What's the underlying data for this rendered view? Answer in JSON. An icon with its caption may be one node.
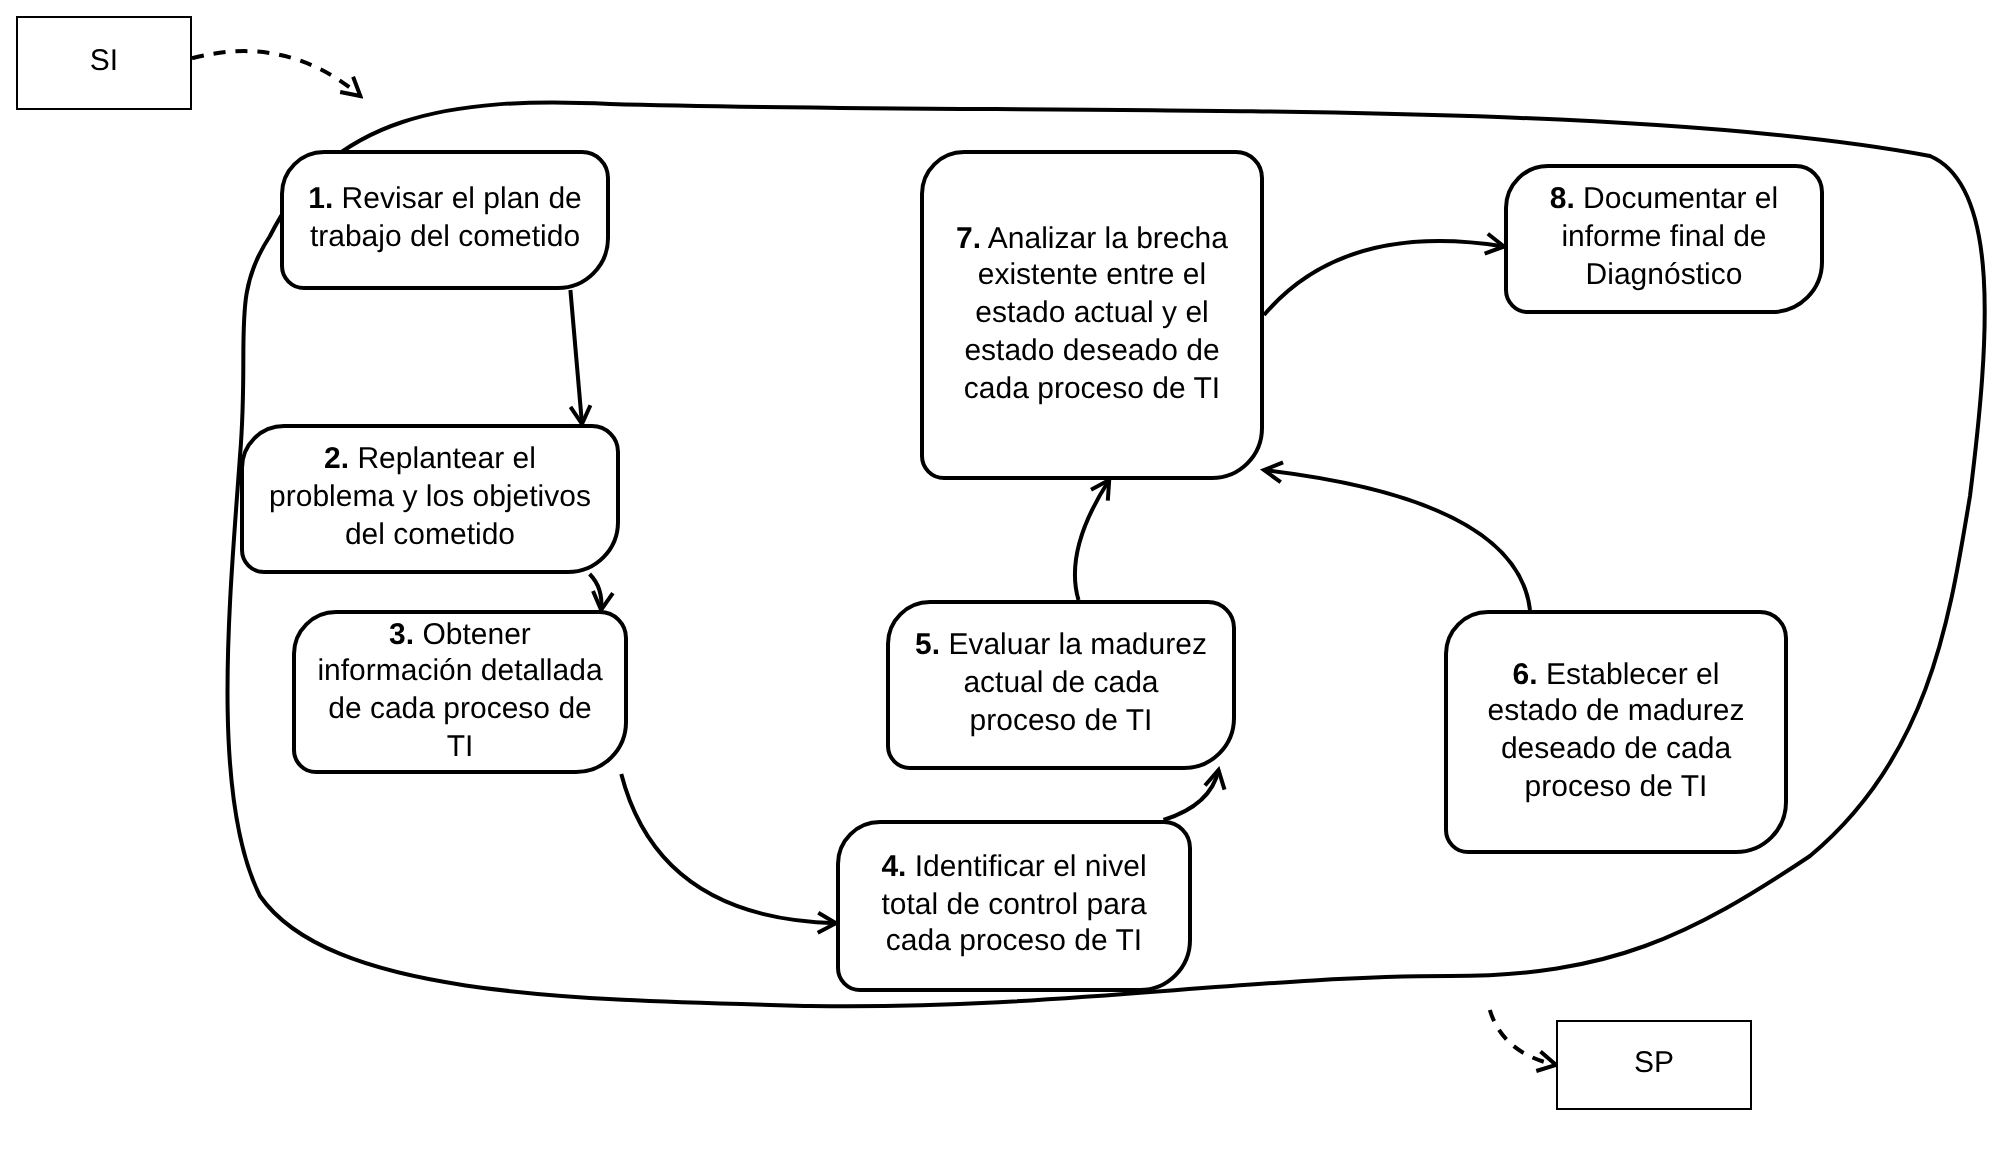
{
  "diagram": {
    "nodes": [
      {
        "text": [
          "SI"
        ]
      },
      {
        "text": [],
        "shape": "cloud"
      },
      {
        "text": [
          "**1.** Revisar el plan de trabajo del cometido"
        ],
        "in": 1
      },
      {
        "text": [
          "**2.** Replantear el problema y los objetivos del cometido"
        ],
        "in": 1
      },
      {
        "text": [
          "**3.** Obtener información detallada de cada proceso de TI"
        ],
        "in": 1
      },
      {
        "text": [
          "**4.** Identificar el nivel total de control para cada proceso de TI"
        ],
        "in": 1
      },
      {
        "text": [
          "**5.** Evaluar la madurez actual de cada proceso de TI"
        ],
        "in": 1
      },
      {
        "text": [
          "**6.** Establecer el estado de madurez deseado de cada proceso de TI"
        ],
        "in": 1
      },
      {
        "text": [
          "**7.** Analizar la brecha existente entre el estado actual y el estado deseado de cada proceso de TI"
        ],
        "in": 1
      },
      {
        "text": [
          "**8.** Documentar el informe final de Diagnóstico"
        ],
        "in": 1
      },
      {
        "text": [
          "SP"
        ]
      }
    ],
    "edges": [
      {
        "from": 0,
        "to": 1,
        "arrow": "to",
        "style": "dashed"
      },
      {
        "from": 2,
        "to": 3,
        "arrow": "to"
      },
      {
        "from": 3,
        "to": 4,
        "arrow": "to"
      },
      {
        "from": 4,
        "to": 5,
        "arrow": "to"
      },
      {
        "from": 5,
        "to": 6,
        "arrow": "to"
      },
      {
        "from": 6,
        "to": 8,
        "arrow": "to"
      },
      {
        "from": 7,
        "to": 8,
        "arrow": "to"
      },
      {
        "from": 8,
        "to": 9,
        "arrow": "to"
      },
      {
        "from": 1,
        "to": 10,
        "arrow": "to",
        "style": "dashed"
      }
    ]
  }
}
